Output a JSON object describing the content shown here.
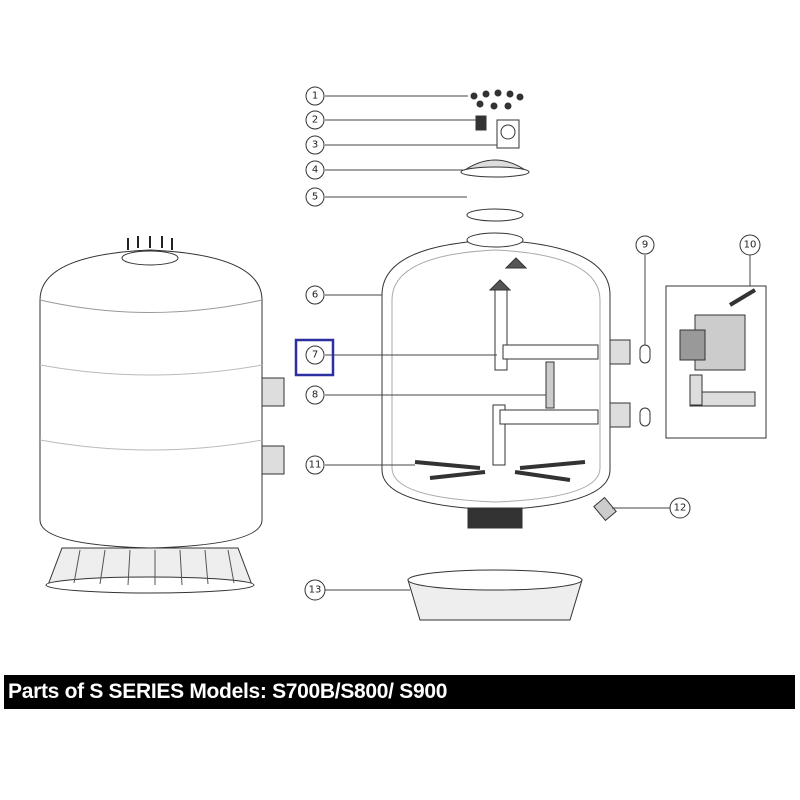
{
  "caption": "Parts of S SERIES Models: S700B/S800/ S900",
  "highlight_color": "#2b2fa0",
  "highlighted_part": "7",
  "callouts": [
    "1",
    "2",
    "3",
    "4",
    "5",
    "6",
    "7",
    "8",
    "9",
    "10",
    "11",
    "12",
    "13"
  ]
}
